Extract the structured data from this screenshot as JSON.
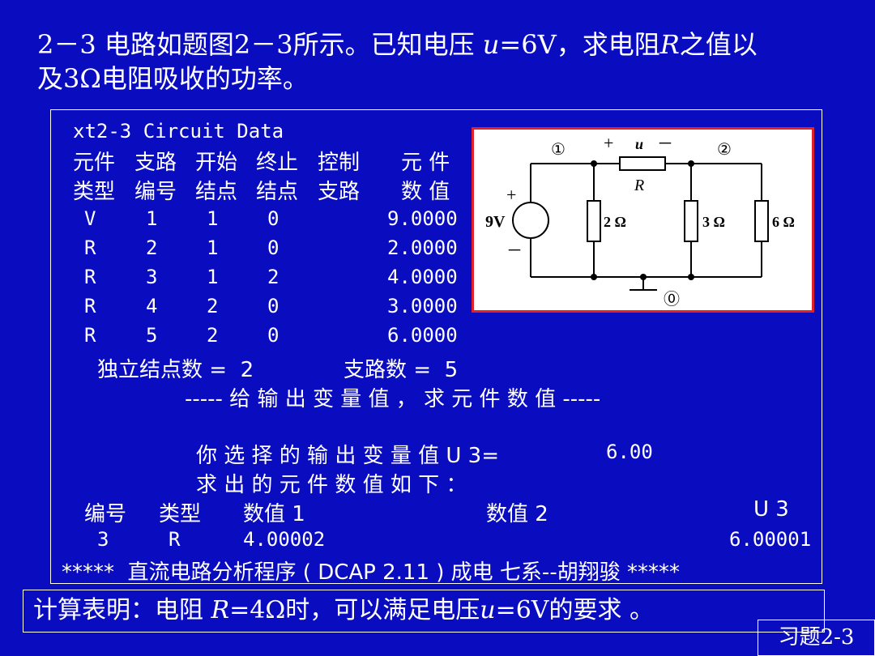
{
  "problem": {
    "line1_a": "2－3 电路如题图2－3所示。已知电压 ",
    "u": "u",
    "line1_b": "=6V，求电阻",
    "R": "R",
    "line1_c": "之值以",
    "line2": "及3Ω电阻吸收的功率。"
  },
  "program": {
    "title": "xt2-3 Circuit Data",
    "header1": [
      "元件",
      "支路",
      "开始",
      "终止",
      "控制",
      "元 件"
    ],
    "header2": [
      "类型",
      "编号",
      "结点",
      "结点",
      "支路",
      "数 值"
    ],
    "rows": [
      [
        "V",
        "1",
        "1",
        "0",
        "9.0000"
      ],
      [
        "R",
        "2",
        "1",
        "0",
        "2.0000"
      ],
      [
        "R",
        "3",
        "1",
        "2",
        "4.0000"
      ],
      [
        "R",
        "4",
        "2",
        "0",
        "3.0000"
      ],
      [
        "R",
        "5",
        "2",
        "0",
        "6.0000"
      ]
    ],
    "summary_nodes": "独立结点数 =  2",
    "summary_branches": "支路数 =  5",
    "given_output": "----- 给 输 出 变 量 值 ， 求 元 件 数 值 -----",
    "selected_label": "你 选 择 的 输 出 变 量 值 U 3=",
    "selected_value": "6.00",
    "result_intro": "求 出 的 元 件 数 值 如 下 ：",
    "result_headers": [
      "编号",
      "类型",
      "数值 1",
      "数值 2",
      "U 3"
    ],
    "result_row": [
      "3",
      "R",
      "4.00002",
      "6.00001"
    ],
    "footer": "*****  直流电路分析程序 ( DCAP 2.11 ) 成电 七系--胡翔骏 *****"
  },
  "circuit": {
    "node1": "①",
    "node2": "②",
    "node0": "⓪",
    "plus_top": "+",
    "u_label": "u",
    "minus_top": "－",
    "r_label": "R",
    "source_plus": "+",
    "source_label": "9V",
    "source_minus": "－",
    "r2": "2 Ω",
    "r3": "3 Ω",
    "r6": "6 Ω"
  },
  "conclusion": {
    "a": "计算表明：电阻 ",
    "R": "R",
    "b": "=4Ω时，可以满足电压",
    "u": "u",
    "c": "=6V的要求 。"
  },
  "tag": "习题2-3"
}
